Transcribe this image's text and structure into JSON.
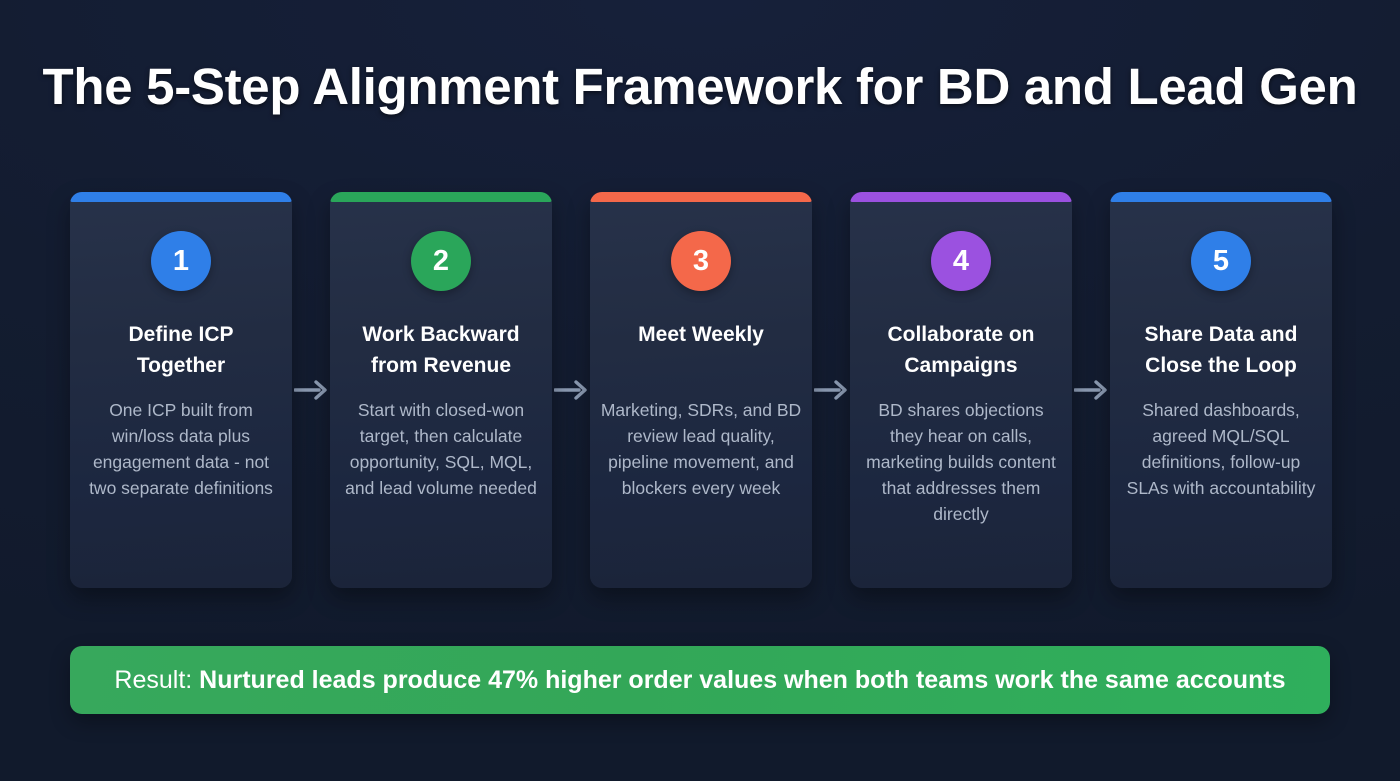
{
  "page": {
    "title": "The 5-Step Alignment Framework for BD and Lead Gen",
    "background_color": "#141e33"
  },
  "steps": [
    {
      "number": "1",
      "title": "Define ICP Together",
      "body": "One ICP built from win/loss data plus engagement data - not two separate definitions",
      "accent_color": "#2f7fe8",
      "circle_color": "#2f7fe8"
    },
    {
      "number": "2",
      "title": "Work Backward from Revenue",
      "body": "Start with closed-won target, then calculate opportunity, SQL, MQL, and lead volume needed",
      "accent_color": "#2aa65a",
      "circle_color": "#2aa65a"
    },
    {
      "number": "3",
      "title": "Meet Weekly",
      "body": "Marketing, SDRs, and BD review lead quality, pipeline movement, and blockers every week",
      "accent_color": "#f4684a",
      "circle_color": "#f4684a"
    },
    {
      "number": "4",
      "title": "Collaborate on Campaigns",
      "body": "BD shares objections they hear on calls, marketing builds content that addresses them directly",
      "accent_color": "#9b51e0",
      "circle_color": "#9b51e0"
    },
    {
      "number": "5",
      "title": "Share Data and Close the Loop",
      "body": "Shared dashboards, agreed MQL/SQL definitions, follow-up SLAs with accountability",
      "accent_color": "#2f7fe8",
      "circle_color": "#2f7fe8"
    }
  ],
  "connectors": {
    "icon": "arrow-right-icon",
    "color": "#8c9bb3",
    "count": 4
  },
  "result": {
    "label": "Result:",
    "highlight": "Nurtured leads produce 47% higher order values when both teams work the same accounts",
    "background_color": "#33a758"
  }
}
